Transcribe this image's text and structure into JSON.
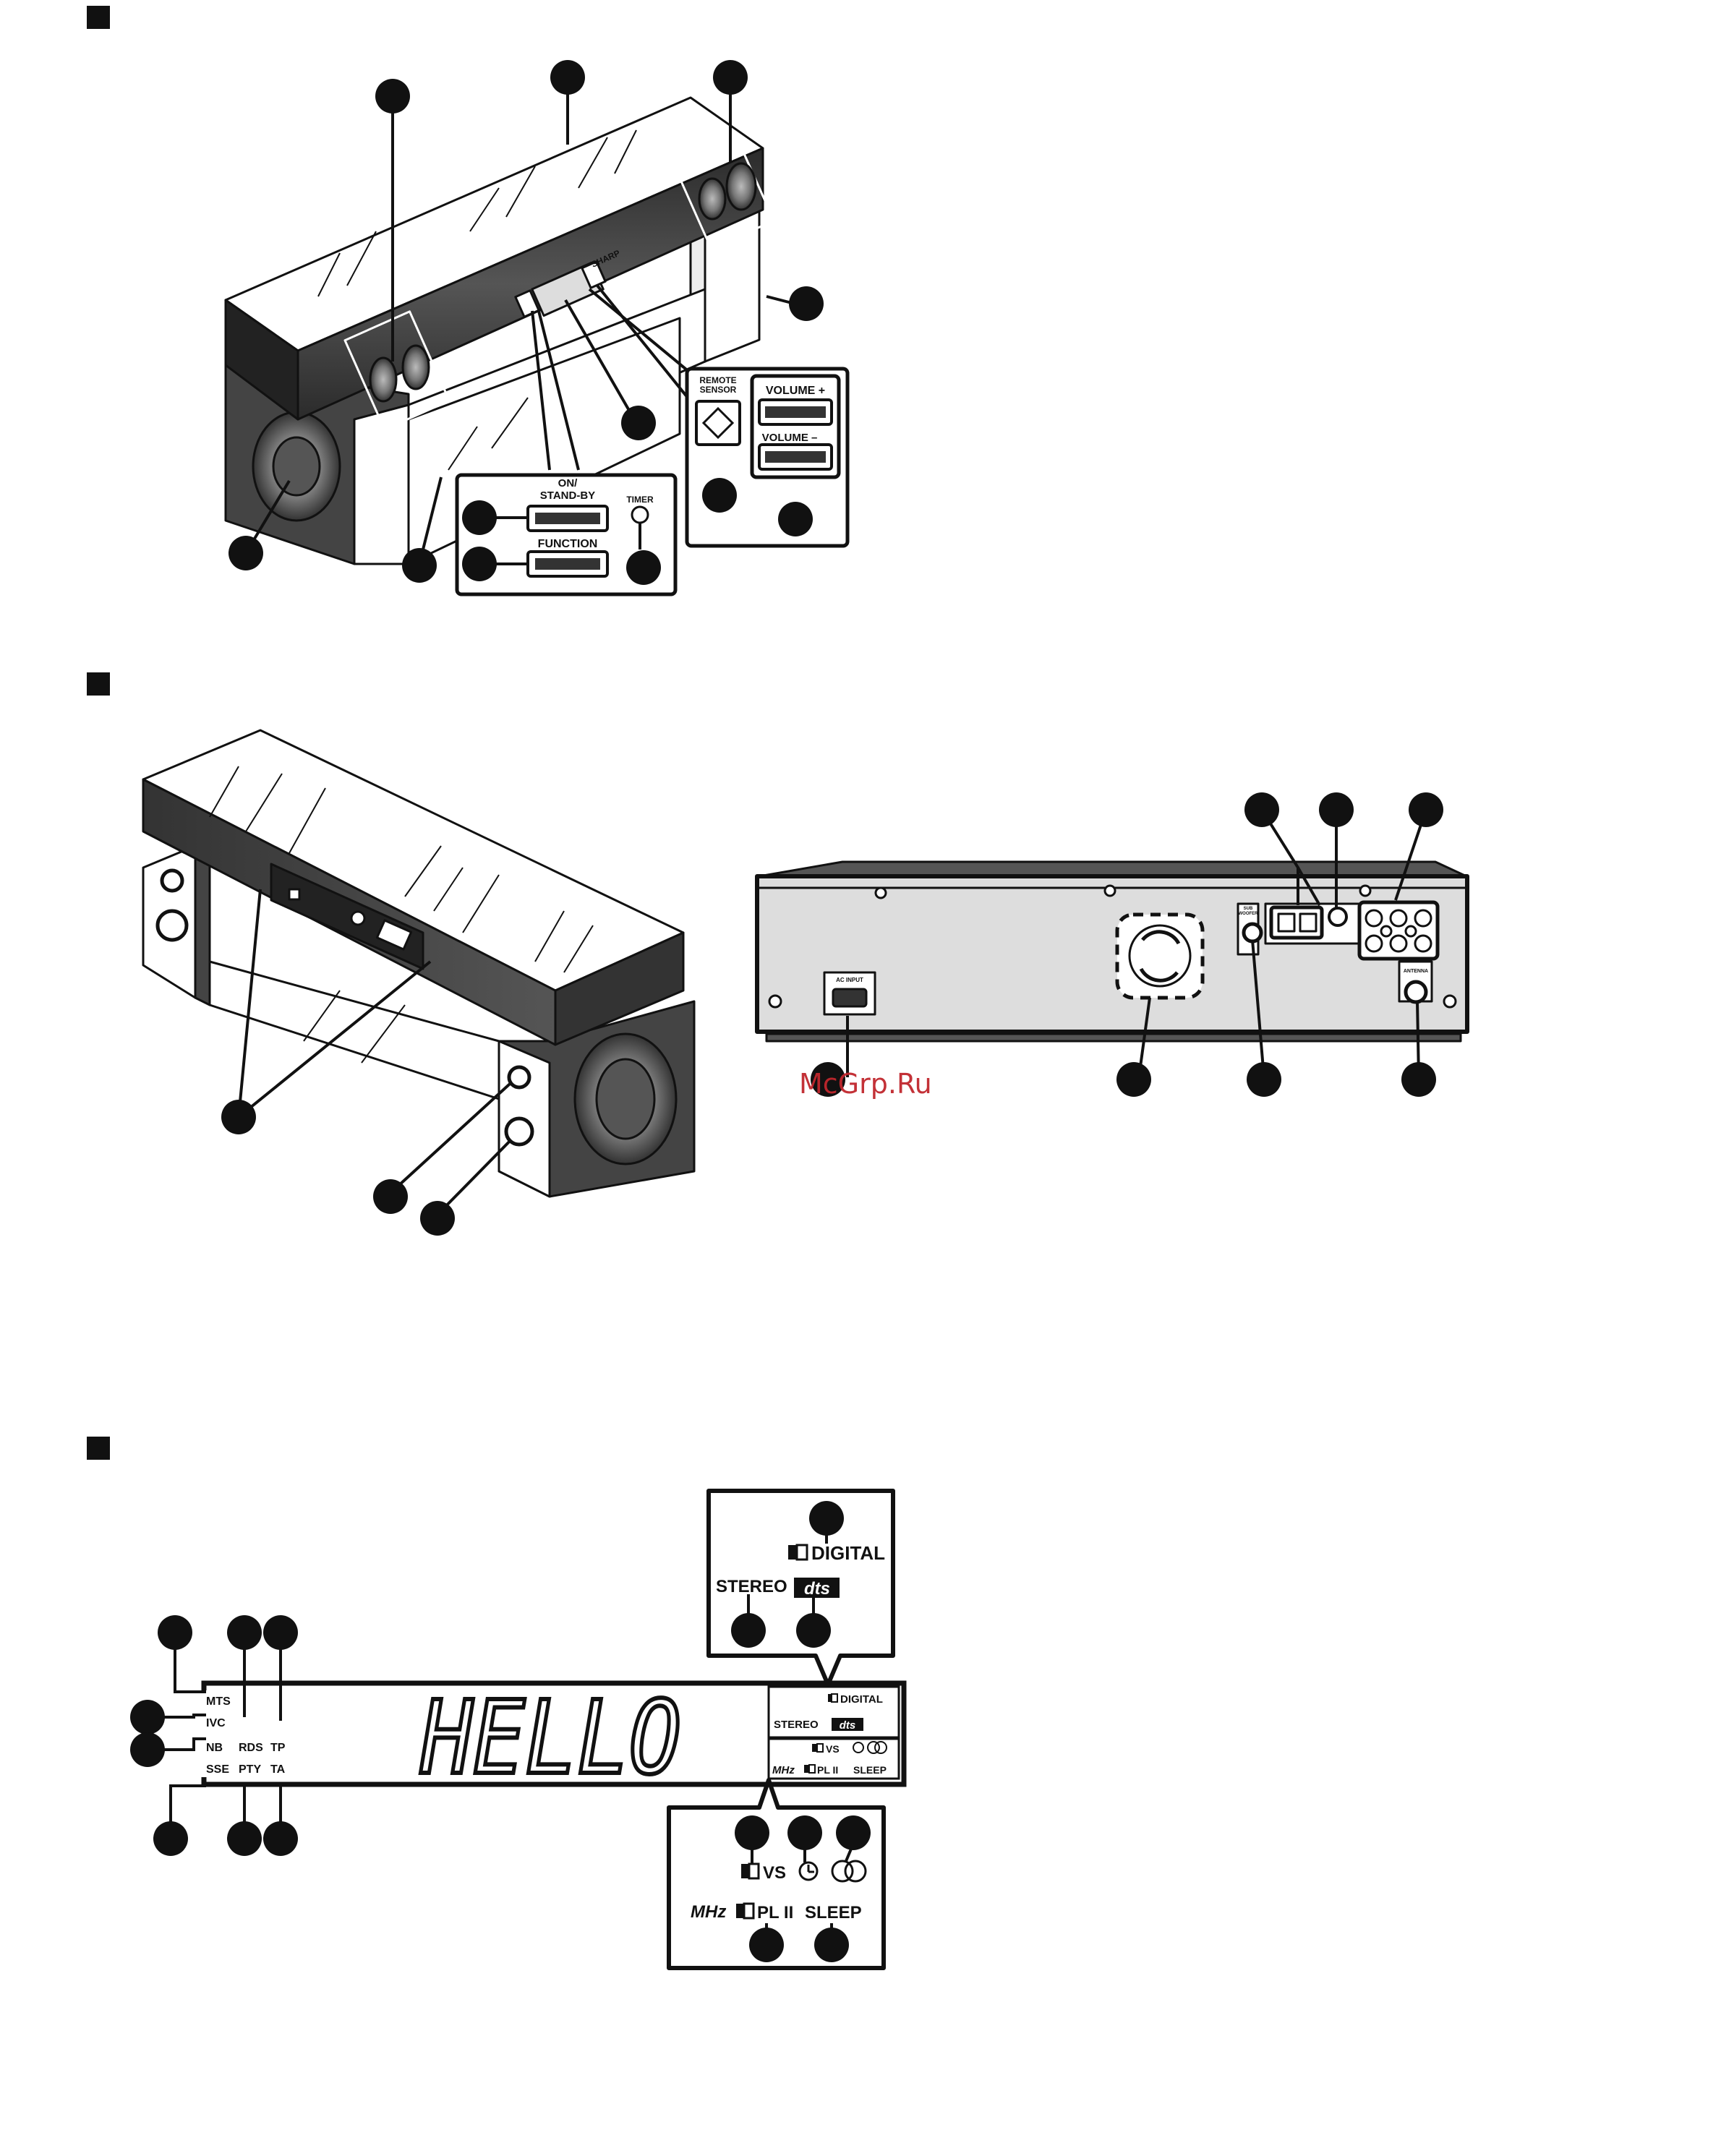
{
  "front_panel": {
    "remote_sensor": "REMOTE\nSENSOR",
    "volume_up": "VOLUME +",
    "volume_down": "VOLUME –",
    "on_standby": "ON/\nSTAND-BY",
    "function": "FUNCTION",
    "timer": "TIMER",
    "brand": "SHARP"
  },
  "rear_panel": {
    "ac_input": "AC INPUT",
    "subwoofer": "SUB\nWOOFER",
    "antenna": "ANTENNA"
  },
  "display": {
    "main_text": "HELLO",
    "left_indicators": [
      "MTS",
      "IVC",
      "NB",
      "SSE"
    ],
    "mid_indicators": [
      "RDS",
      "PTY",
      "TP",
      "TA"
    ],
    "digital": "DIGITAL",
    "stereo": "STEREO",
    "dts": "dts",
    "vs": "VS",
    "mhz": "MHz",
    "pl2": "PL II",
    "sleep": "SLEEP"
  },
  "watermark": "McGrp.Ru",
  "colors": {
    "ink": "#111111",
    "panel_dark": "#3a3a3a",
    "watermark": "#c0272d"
  }
}
